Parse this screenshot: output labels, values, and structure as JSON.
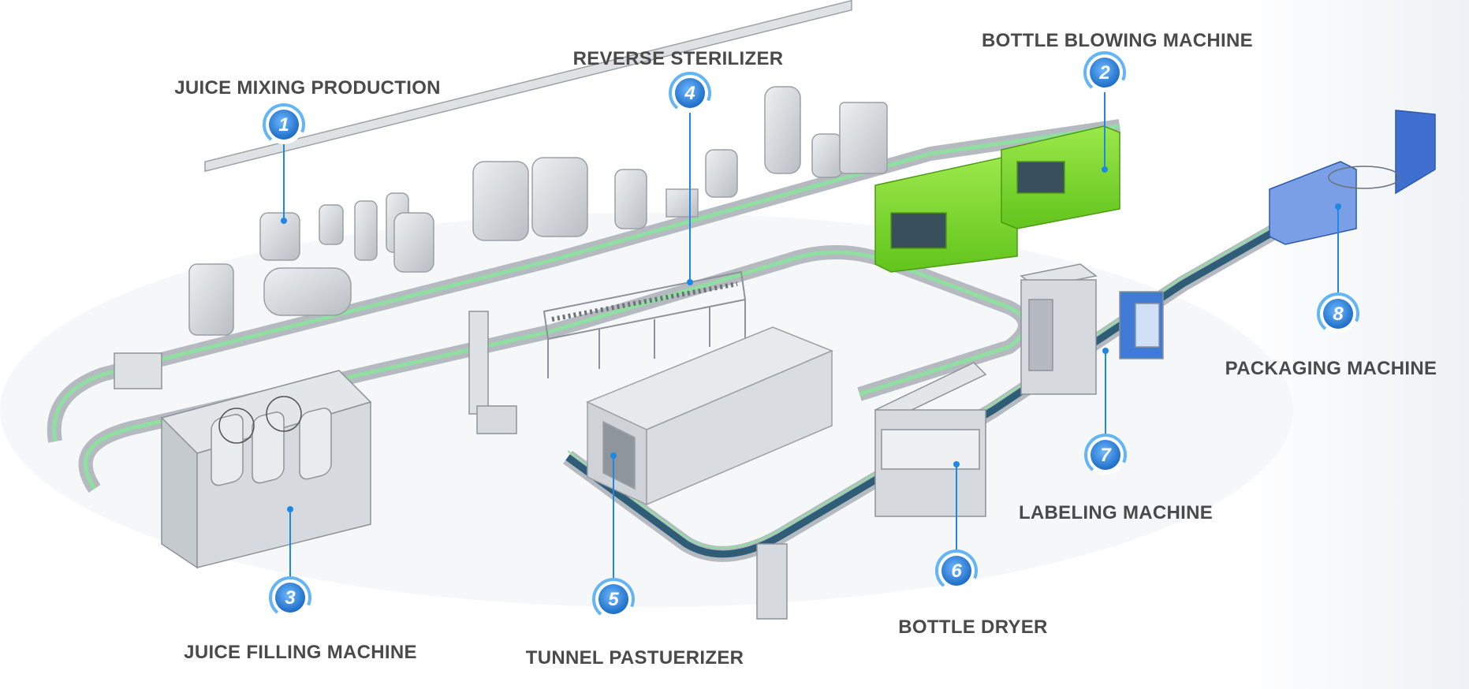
{
  "colors": {
    "label_text": "#4a4a4a",
    "badge_blue": "#1e88e5",
    "badge_light": "#64b5f6",
    "leader_line": "#1e88e5",
    "machine_green": "#7ed321",
    "conveyor_green": "#8fe0a0",
    "conveyor_belt": "#2f5d78",
    "steel": "#c9cdd2",
    "packaging_blue": "#3f6fd1"
  },
  "stations": [
    {
      "number": "1",
      "label": "JUICE MIXING PRODUCTION"
    },
    {
      "number": "2",
      "label": "BOTTLE BLOWING MACHINE"
    },
    {
      "number": "3",
      "label": "JUICE FILLING MACHINE"
    },
    {
      "number": "4",
      "label": "REVERSE STERILIZER"
    },
    {
      "number": "5",
      "label": "TUNNEL PASTUERIZER"
    },
    {
      "number": "6",
      "label": "BOTTLE DRYER"
    },
    {
      "number": "7",
      "label": "LABELING MACHINE"
    },
    {
      "number": "8",
      "label": "PACKAGING MACHINE"
    }
  ]
}
